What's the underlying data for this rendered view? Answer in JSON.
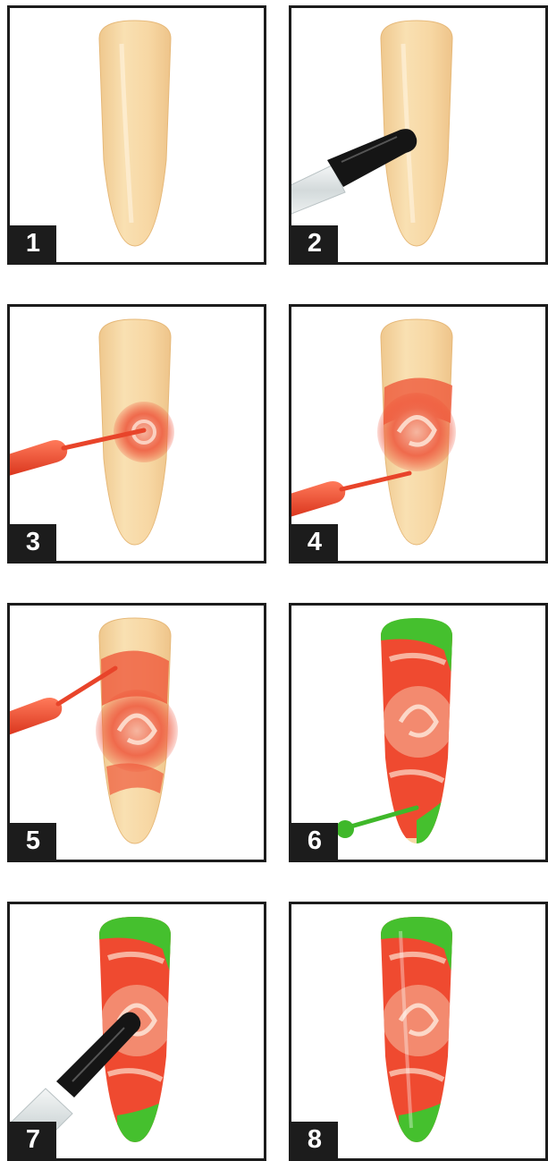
{
  "steps": [
    {
      "number": "1",
      "image": "bare-nail"
    },
    {
      "number": "2",
      "image": "nail-with-black-brush"
    },
    {
      "number": "3",
      "image": "nail-with-red-dot-and-red-brush"
    },
    {
      "number": "4",
      "image": "nail-with-rose-and-red-brush"
    },
    {
      "number": "5",
      "image": "nail-with-two-roses-and-red-brush"
    },
    {
      "number": "6",
      "image": "nail-with-roses-and-green-brush"
    },
    {
      "number": "7",
      "image": "nail-with-roses-green-and-black-brush"
    },
    {
      "number": "8",
      "image": "finished-rose-nail"
    }
  ],
  "colors": {
    "frame": "#1c1c1c",
    "nail": "#f7d9a6",
    "rose": "#ef4a30",
    "green": "#45c02e",
    "brush_cap": "#151515"
  }
}
